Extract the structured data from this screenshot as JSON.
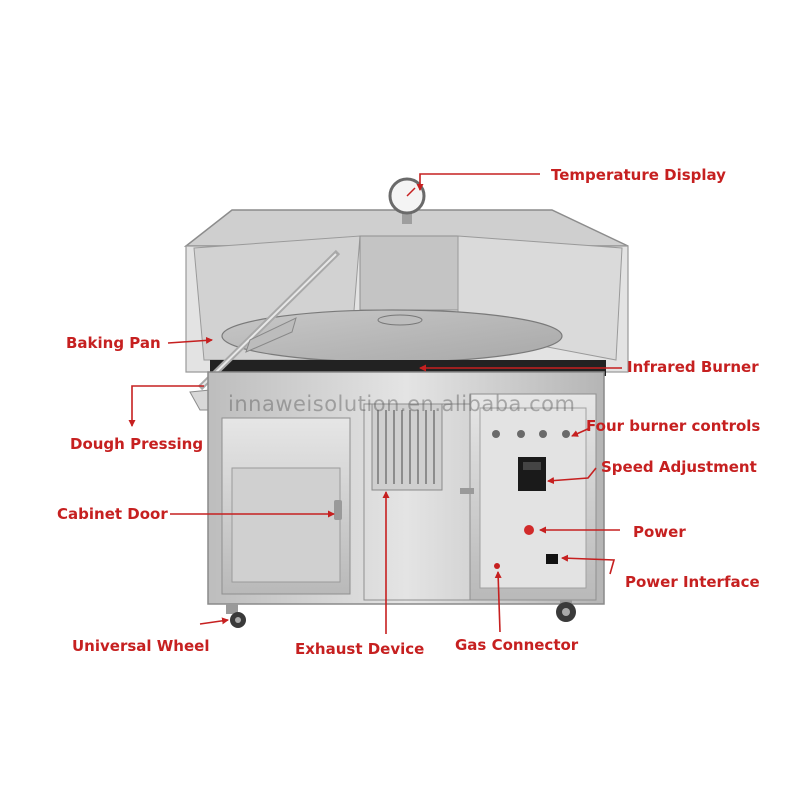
{
  "diagram": {
    "callouts": [
      {
        "id": "temperature-display",
        "label": "Temperature Display"
      },
      {
        "id": "baking-pan",
        "label": "Baking Pan"
      },
      {
        "id": "infrared-burner",
        "label": "Infrared Burner"
      },
      {
        "id": "dough-pressing",
        "label": "Dough Pressing"
      },
      {
        "id": "four-burner-controls",
        "label": "Four burner controls"
      },
      {
        "id": "speed-adjustment",
        "label": "Speed Adjustment"
      },
      {
        "id": "cabinet-door",
        "label": "Cabinet Door"
      },
      {
        "id": "power",
        "label": "Power"
      },
      {
        "id": "power-interface",
        "label": "Power Interface"
      },
      {
        "id": "universal-wheel",
        "label": "Universal Wheel"
      },
      {
        "id": "exhaust-device",
        "label": "Exhaust Device"
      },
      {
        "id": "gas-connector",
        "label": "Gas Connector"
      }
    ],
    "watermark": "innaweisolution.en.alibaba.com",
    "colors": {
      "label": "#c62020",
      "steel_light": "#d9d9d9",
      "steel_dark": "#9a9a9a",
      "panel_black": "#1a1a1a"
    }
  }
}
